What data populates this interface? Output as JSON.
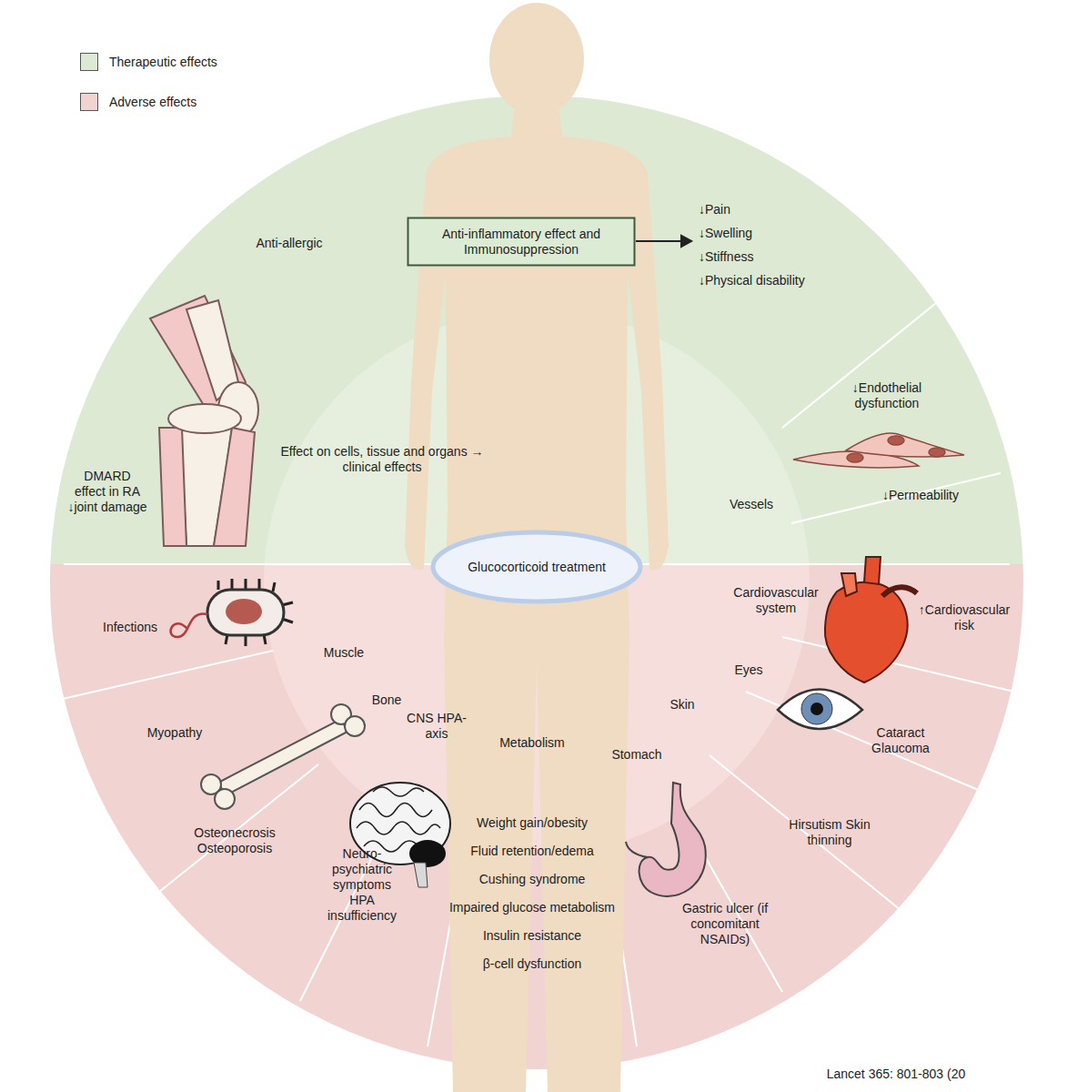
{
  "diagram": {
    "nodes": [
      {
        "text": [
          "Anti-inflammatory effect and Immunosuppression"
        ]
      },
      {
        "text": [
          "Glucocorticoid treatment"
        ]
      }
    ],
    "labels": [
      "Anti-allergic",
      "↓Pain",
      "↓Swelling",
      "↓Stiffness",
      "↓Physical disability",
      "Effect on cells, tissue and organs → clinical effects",
      "DMARD effect in RA ↓joint damage",
      "↓Endothelial dysfunction",
      "Vessels",
      "↓Permeability",
      "Cardiovascular system",
      "↑Cardiovascular risk",
      "Eyes",
      "Cataract Glaucoma",
      "Infections",
      "Muscle",
      "Bone",
      "CNS HPA-axis",
      "Metabolism",
      "Skin",
      "Stomach",
      "Myopathy",
      "Osteonecrosis Osteoporosis",
      "Neuro-psychiatric symptoms HPA insufficiency",
      "Weight gain/obesity",
      "Fluid retention/edema",
      "Cushing syndrome",
      "Impaired glucose metabolism",
      "Insulin resistance",
      "β-cell dysfunction",
      "Gastric ulcer (if concomitant NSAIDs)",
      "Hirsutism Skin thinning",
      "Lancet 365: 801-803 (20"
    ],
    "legend": [
      {
        "text": "Therapeutic effects",
        "color": "#dde9d3"
      },
      {
        "text": "Adverse effects",
        "color": "#f1d3d1"
      }
    ]
  }
}
